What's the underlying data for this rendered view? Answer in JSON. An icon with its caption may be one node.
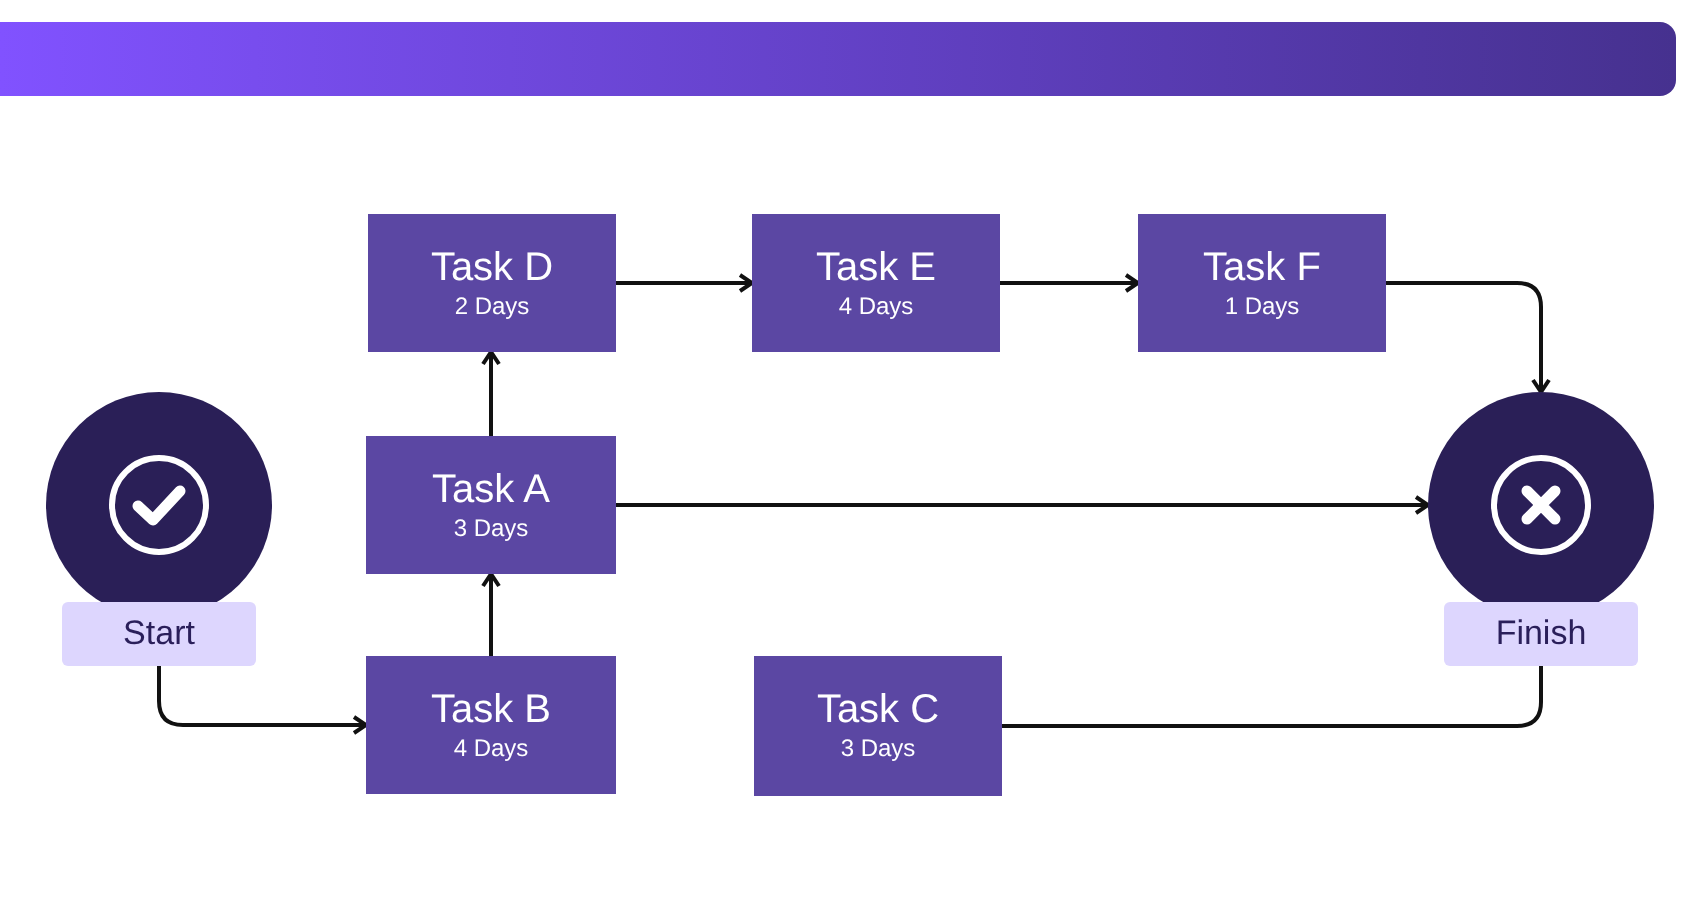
{
  "diagram": {
    "nodes": [
      {
        "text": [
          "Task D",
          "2 Days"
        ]
      },
      {
        "text": [
          "Task E",
          "4 Days"
        ]
      },
      {
        "text": [
          "Task F",
          "1 Days"
        ]
      },
      {
        "text": [
          "Start"
        ]
      },
      {
        "text": [
          "Task A",
          "3 Days"
        ]
      },
      {
        "text": [
          "Finish"
        ]
      },
      {
        "text": [
          "Task B",
          "4 Days"
        ]
      },
      {
        "text": [
          "Task C",
          "3 Days"
        ]
      }
    ],
    "edges": [
      {
        "from": 3,
        "to": 6,
        "arrow": "to"
      },
      {
        "from": 6,
        "to": 4,
        "arrow": "to"
      },
      {
        "from": 4,
        "to": 0,
        "arrow": "to"
      },
      {
        "from": 0,
        "to": 1,
        "arrow": "to"
      },
      {
        "from": 1,
        "to": 2,
        "arrow": "to"
      },
      {
        "from": 2,
        "to": 5,
        "arrow": "to"
      },
      {
        "from": 4,
        "to": 5,
        "arrow": "to"
      },
      {
        "from": 7,
        "to": 5,
        "arrow": "none"
      }
    ]
  }
}
